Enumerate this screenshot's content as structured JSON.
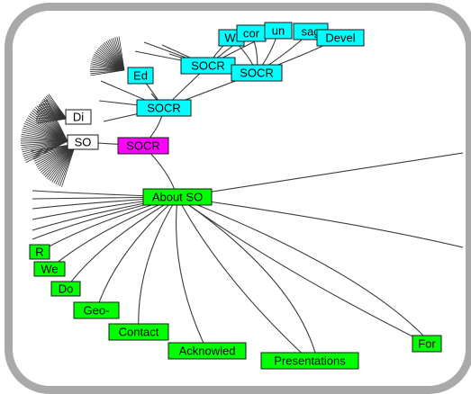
{
  "colors": {
    "frame": "#a9a9a9",
    "cyan_node": "#00ffff",
    "green_node": "#00ff00",
    "magenta_node": "#ff00ff",
    "white_node": "#ffffff",
    "edge": "#3b3b3b"
  },
  "tree": {
    "root": "SOCR",
    "cyan_nodes": [
      "Wi",
      "cor",
      "un",
      "sag",
      "Devel",
      "SOCR",
      "SOCR",
      "Ed",
      "SOCR"
    ],
    "white_nodes": [
      "Di",
      "SO"
    ],
    "green_nodes": [
      "About SO",
      "R",
      "We",
      "Do",
      "Geo-",
      "Contact",
      "Acknowled",
      "Presentations",
      "For"
    ]
  }
}
